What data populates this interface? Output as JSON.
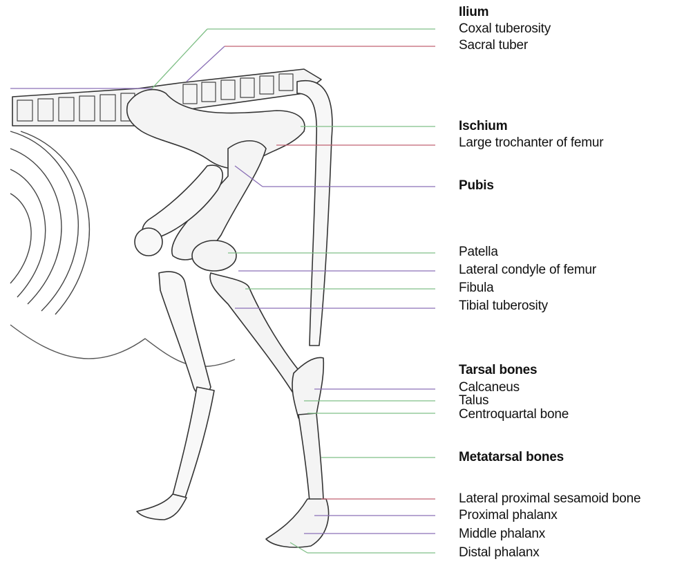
{
  "labels": {
    "ilium": "Ilium",
    "coxal_tuberosity": "Coxal tuberosity",
    "sacral_tuber": "Sacral tuber",
    "ischium": "Ischium",
    "large_trochanter": "Large trochanter of femur",
    "pubis": "Pubis",
    "patella": "Patella",
    "lateral_condyle": "Lateral condyle of femur",
    "fibula": "Fibula",
    "tibial_tuberosity": "Tibial tuberosity",
    "tarsal_bones": "Tarsal bones",
    "calcaneus": "Calcaneus",
    "talus": "Talus",
    "centroquartal_bone": "Centroquartal bone",
    "metatarsal_bones": "Metatarsal bones",
    "lateral_proximal_sesamoid": "Lateral proximal sesamoid bone",
    "proximal_phalanx": "Proximal phalanx",
    "middle_phalanx": "Middle phalanx",
    "distal_phalanx": "Distal phalanx"
  },
  "colors": {
    "leader_green": "#7fbf86",
    "leader_purple": "#8a6fb6",
    "leader_red": "#c06070",
    "bone_outline": "#333333",
    "bone_fill": "#f4f4f4"
  }
}
